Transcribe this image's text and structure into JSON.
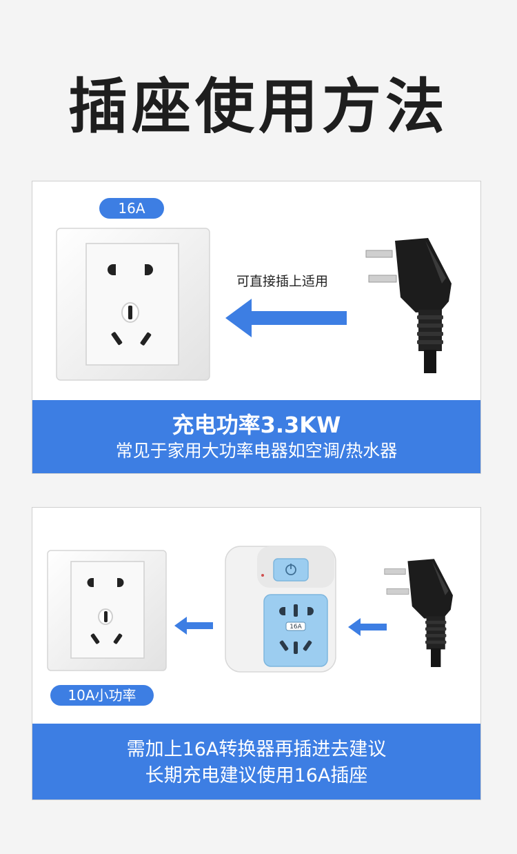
{
  "page": {
    "title": "插座使用方法"
  },
  "panel1": {
    "badge": "16A",
    "arrow_label": "可直接插上适用",
    "band_title": "充电功率3.3KW",
    "band_subtitle": "常见于家用大功率电器如空调/热水器"
  },
  "panel2": {
    "badge": "10A小功率",
    "converter_label": "16A",
    "band_line1": "需加上16A转换器再插进去建议",
    "band_line2": "长期充电建议使用16A插座"
  },
  "colors": {
    "accent": "#3d7ee3",
    "converter_blue": "#9ccdf0",
    "background": "#f4f4f4",
    "plug": "#1c1c1c"
  },
  "icons": [
    "wall-socket-icon",
    "plug-icon",
    "arrow-left-icon",
    "converter-adapter-icon",
    "power-button-icon"
  ]
}
